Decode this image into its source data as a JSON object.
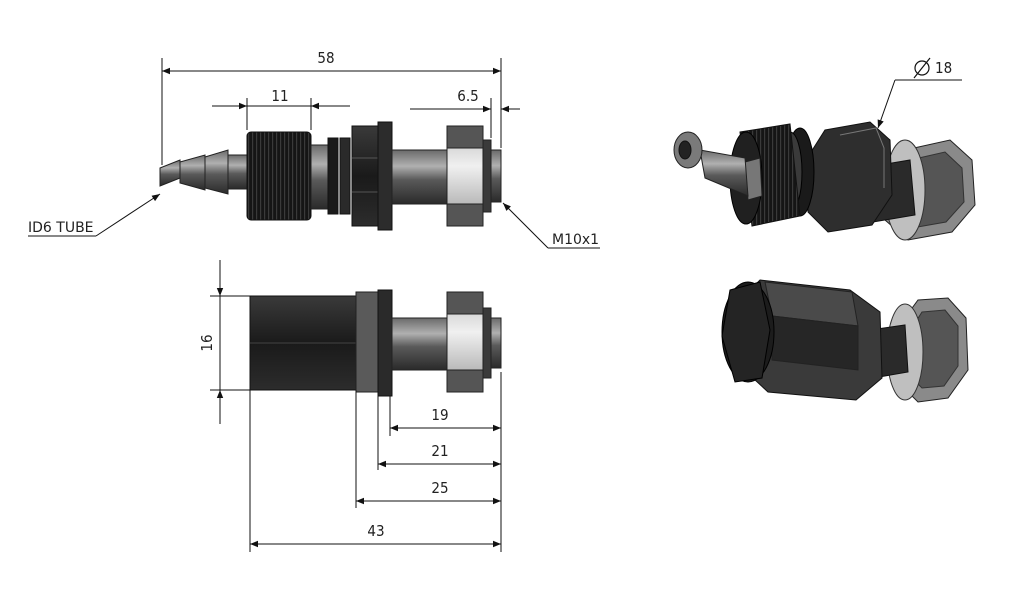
{
  "dimensions": {
    "overall_length": "58",
    "nut_length": "11",
    "thread_length": "6.5",
    "diameter": "18",
    "body_height": "16",
    "dim_19": "19",
    "dim_21": "21",
    "dim_25": "25",
    "dim_43": "43"
  },
  "callouts": {
    "tube": "ID6 TUBE",
    "thread": "M10x1"
  },
  "colors": {
    "part_dark": "#1e1e1e",
    "part_mid": "#3a3a3a",
    "part_light": "#9a9a9a",
    "nut_silver": "#d8d8d8",
    "line": "#111111"
  }
}
